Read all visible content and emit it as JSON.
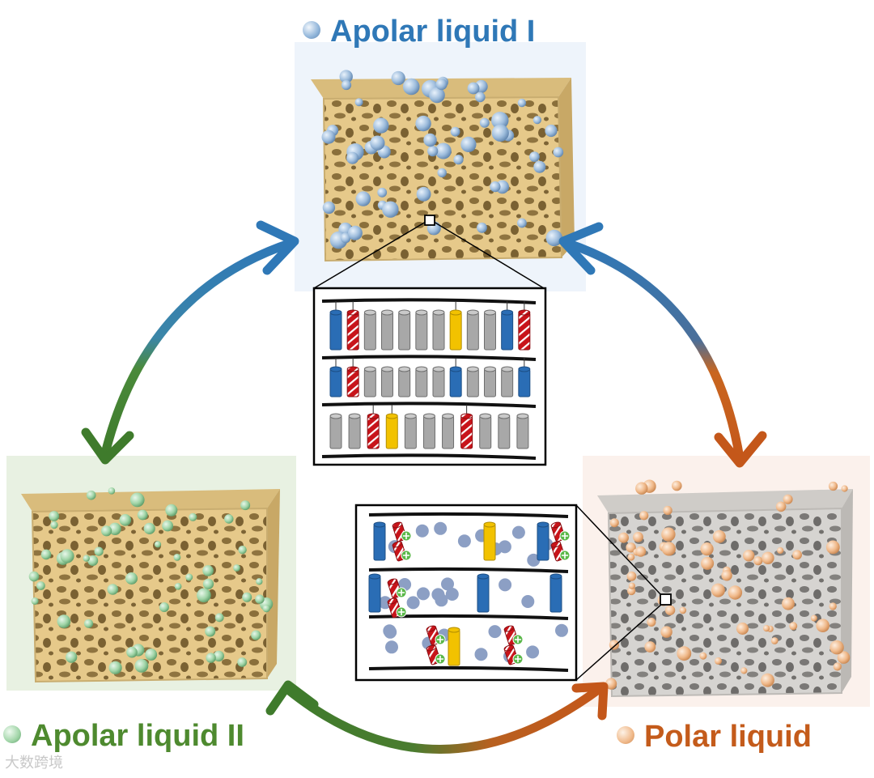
{
  "labels": {
    "apolar_liquid_1": "Apolar liquid I",
    "apolar_liquid_2": "Apolar liquid II",
    "polar_liquid": "Polar liquid"
  },
  "watermark": "大数跨境",
  "colors": {
    "apolar1_text": "#2f78b7",
    "apolar2_text": "#4e8a2f",
    "polar_text": "#c45b1b",
    "apolar1_dot": "#8fb4d9",
    "apolar2_dot": "#9fd4a6",
    "polar_dot": "#f0b98a",
    "porous_yellow": "#e6c98a",
    "porous_gray": "#d4d2cf",
    "rod_blue": "#2a6db5",
    "rod_red": "#c8141a",
    "rod_yellow": "#f2c200",
    "rod_gray": "#a8a8a8",
    "ion_blue": "#8c9fc4",
    "plus_green": "#5bb84a"
  },
  "icons": {
    "arrow_top_left": "double-headed-arrow",
    "arrow_top_right": "double-headed-arrow",
    "arrow_bottom": "double-headed-arrow",
    "zoom_box": "square-zoom-marker"
  }
}
